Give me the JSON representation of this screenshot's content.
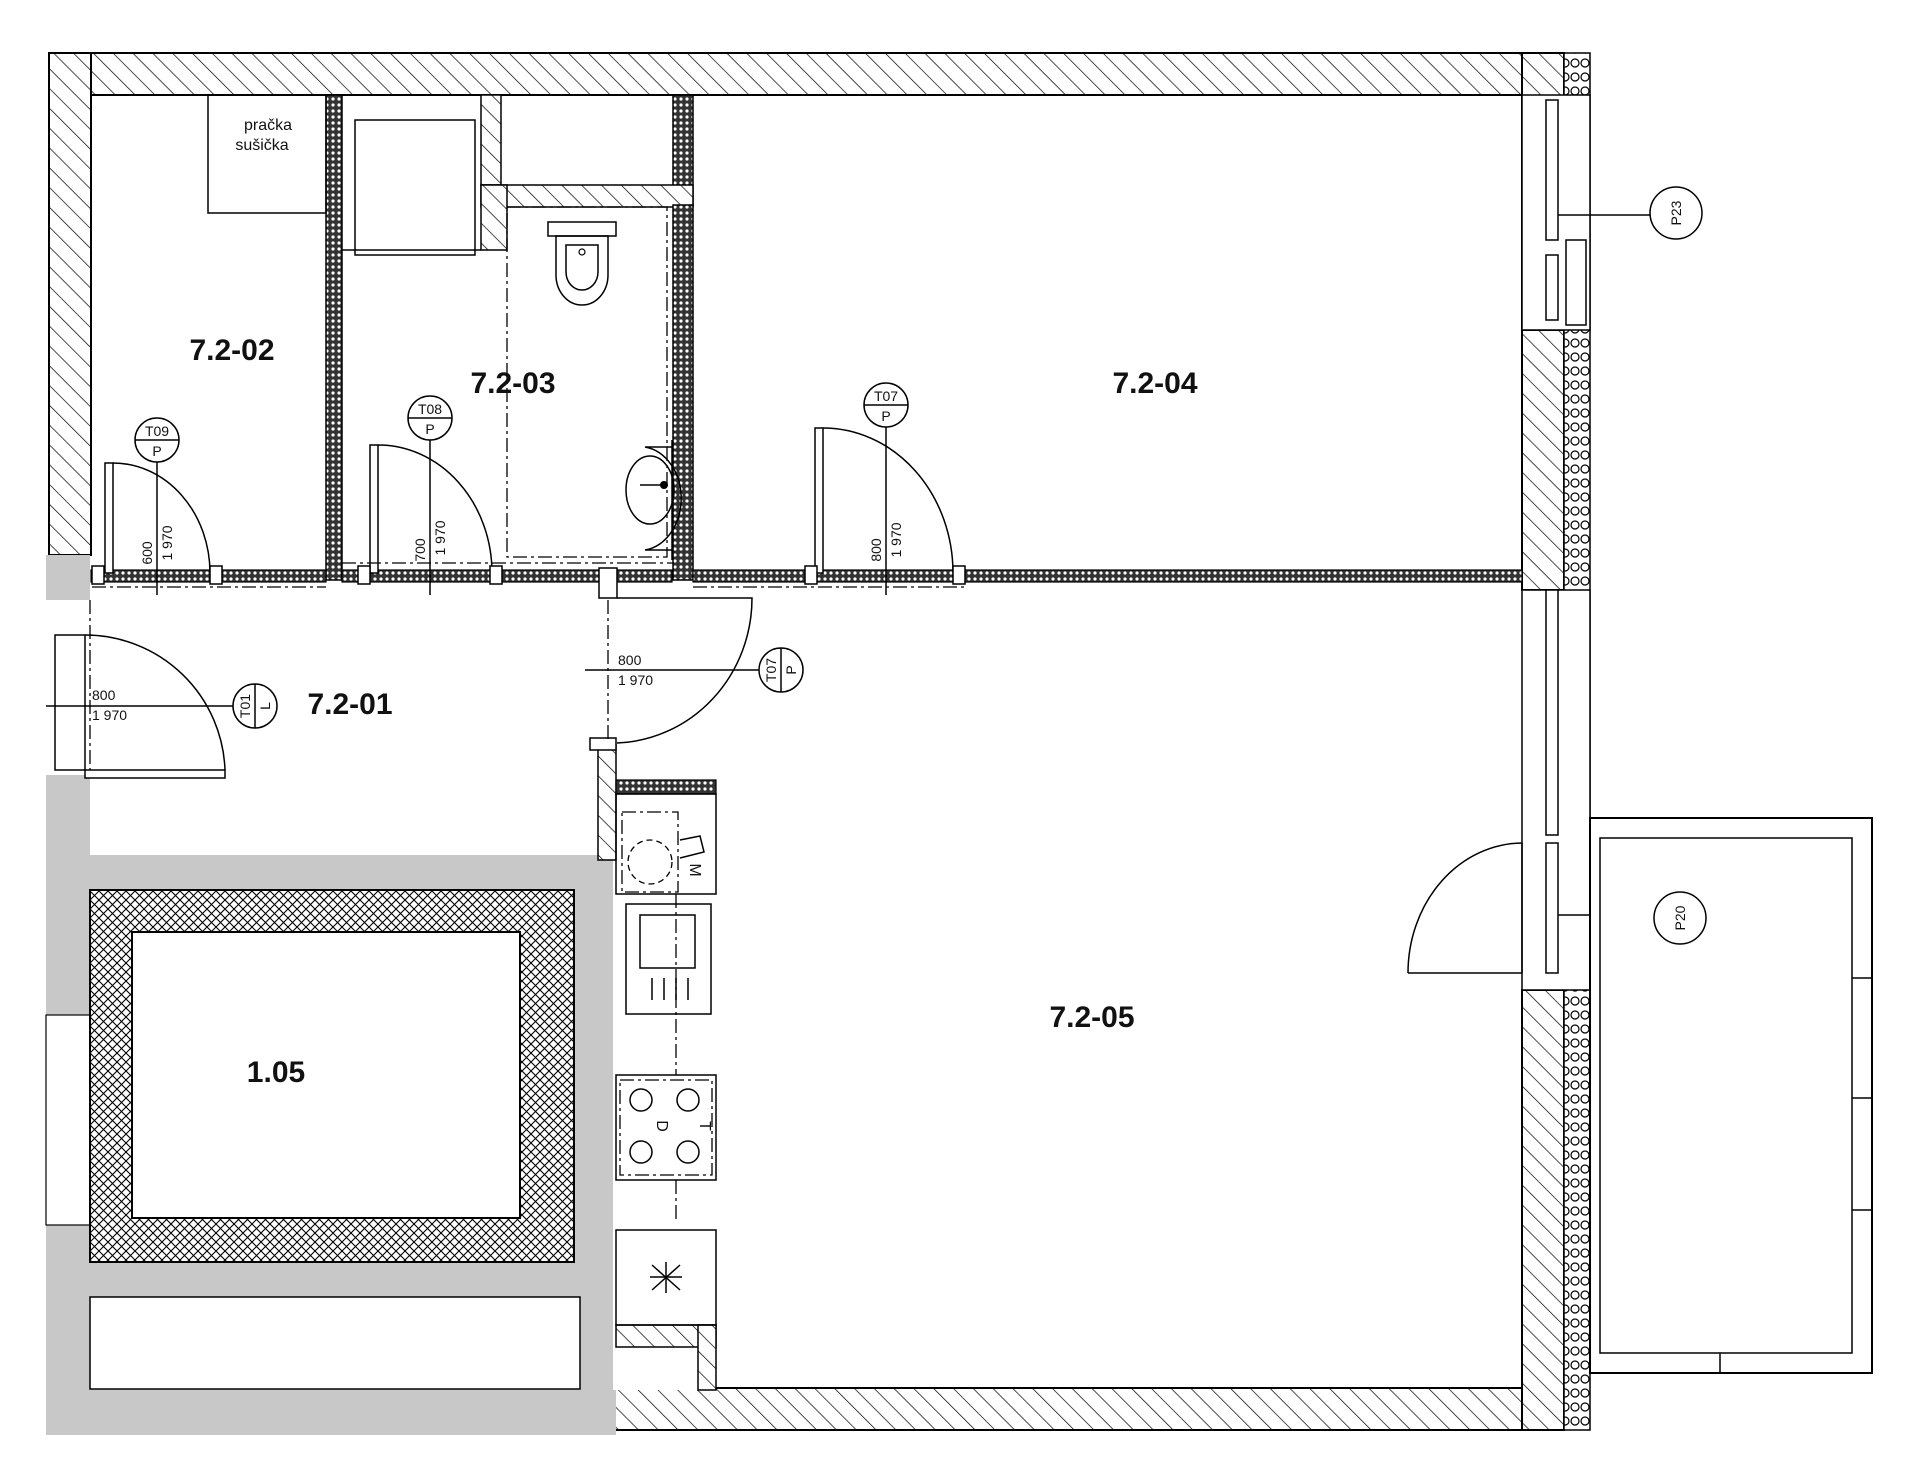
{
  "rooms": {
    "r01": "7.2-01",
    "r02": "7.2-02",
    "r03": "7.2-03",
    "r04": "7.2-04",
    "r05": "7.2-05",
    "r105": "1.05"
  },
  "appliance_label": {
    "line1": "pračka",
    "line2": "sušička"
  },
  "doors": {
    "t09": {
      "code": "T09",
      "type": "P",
      "width": "600",
      "height": "1 970"
    },
    "t08": {
      "code": "T08",
      "type": "P",
      "width": "700",
      "height": "1 970"
    },
    "t07a": {
      "code": "T07",
      "type": "P",
      "width": "800",
      "height": "1 970"
    },
    "t07b": {
      "code": "T07",
      "type": "P",
      "width": "800",
      "height": "1 970"
    },
    "t01": {
      "code": "T01",
      "type": "L",
      "width": "800",
      "height": "1 970"
    }
  },
  "windows": {
    "p23": "P23",
    "p20": "P20"
  },
  "kitchen_symbols": {
    "m": "M",
    "d": "D",
    "t": "T"
  }
}
